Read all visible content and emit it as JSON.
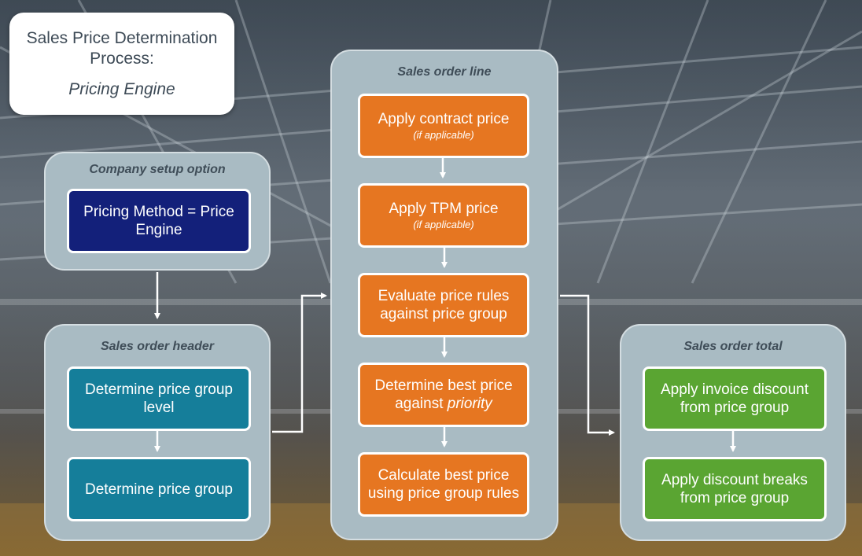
{
  "title": {
    "main": "Sales Price Determination Process:",
    "sub": "Pricing Engine"
  },
  "company_setup": {
    "title": "Company setup option",
    "box": "Pricing Method = Price Engine"
  },
  "header": {
    "title": "Sales order header",
    "box1": "Determine price group level",
    "box2": "Determine price group"
  },
  "line": {
    "title": "Sales order line",
    "step1": {
      "text": "Apply contract price",
      "note": "(if applicable)"
    },
    "step2": {
      "text": "Apply TPM price",
      "note": "(if applicable)"
    },
    "step3": {
      "text": "Evaluate price rules against price group"
    },
    "step4": {
      "text_pre": "Determine best price against ",
      "text_em": "priority"
    },
    "step5": {
      "text": "Calculate best price using price group rules"
    }
  },
  "total": {
    "title": "Sales order total",
    "box1": "Apply invoice discount from price group",
    "box2": "Apply discount breaks from price group"
  },
  "colors": {
    "navy": "#13207a",
    "teal": "#157e9a",
    "orange": "#e67621",
    "green": "#5aa532",
    "panel": "#a9bbc3"
  }
}
